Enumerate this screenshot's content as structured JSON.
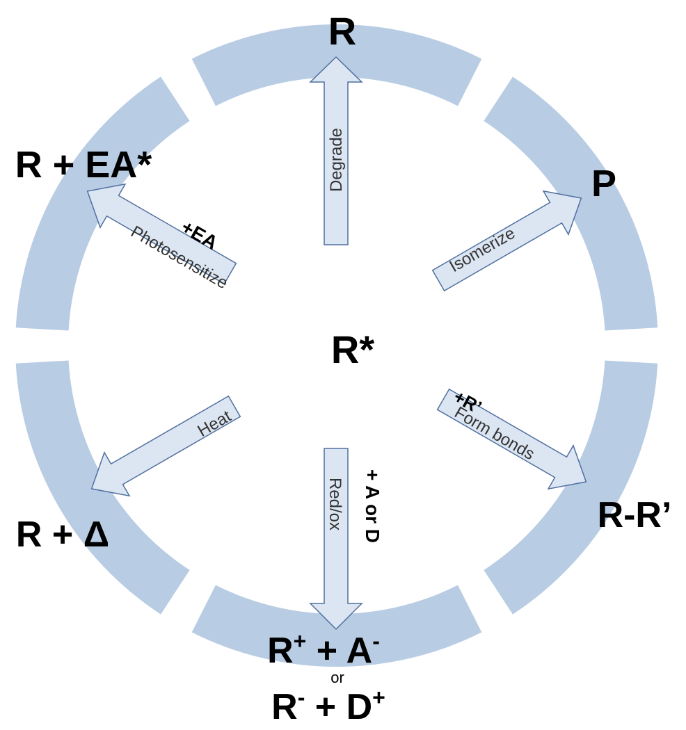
{
  "center": {
    "label": "R*"
  },
  "nodes": {
    "top": "R",
    "upper_right": "P",
    "right": "R-R’",
    "bottom_line1_main": "R",
    "bottom_line1_sup1": "+",
    "bottom_line1_mid": " + A",
    "bottom_line1_sup2": "-",
    "bottom_or": "or",
    "bottom_line2_main": "R",
    "bottom_line2_sup1": "-",
    "bottom_line2_mid": " + D",
    "bottom_line2_sup2": "+",
    "lower_left": "R + Δ",
    "upper_left": "R + EA*"
  },
  "arrows": {
    "degrade": "Degrade",
    "isomerize": "Isomerize",
    "form_bonds": "Form bonds",
    "redox": "Red/ox",
    "heat": "Heat",
    "photosensitize": "Photosensitize"
  },
  "conditions": {
    "form_bonds": "+R’",
    "redox": "+ A or D",
    "photosensitize": "+EA"
  },
  "colors": {
    "ring": "#b8cce4",
    "arrow_fill": "#dce6f2",
    "arrow_stroke": "#4f6f9f"
  }
}
